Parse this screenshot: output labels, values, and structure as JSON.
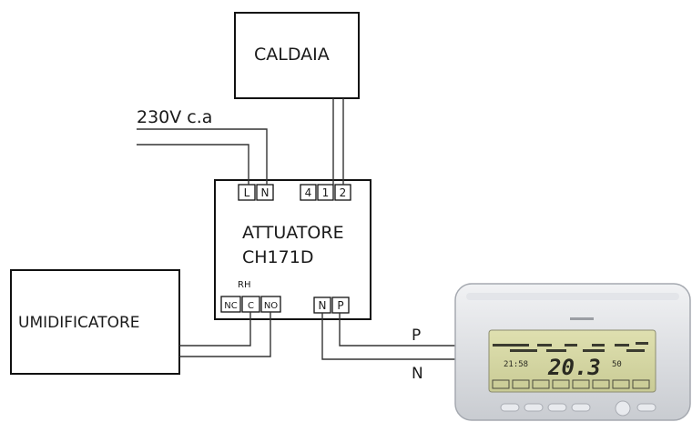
{
  "boiler": {
    "label": "CALDAIA"
  },
  "power_supply": {
    "label": "230V c.a"
  },
  "actuator": {
    "title_line1": "ATTUATORE",
    "title_line2": "CH171D",
    "top_terminals": {
      "L": "L",
      "N": "N",
      "t4": "4",
      "t1": "1",
      "t2": "2"
    },
    "relay_label": "RH",
    "relay_terminals": {
      "NC": "NC",
      "C": "C",
      "NO": "NO"
    },
    "bus_terminals": {
      "N": "N",
      "P": "P"
    }
  },
  "humidifier": {
    "label": "UMIDIFICATORE"
  },
  "bus_wires": {
    "P": "P",
    "N": "N"
  },
  "thermostat": {
    "temperature": "20.3",
    "clock": "21:58",
    "humidity": "50",
    "icon": "thermostat-device-icon"
  }
}
